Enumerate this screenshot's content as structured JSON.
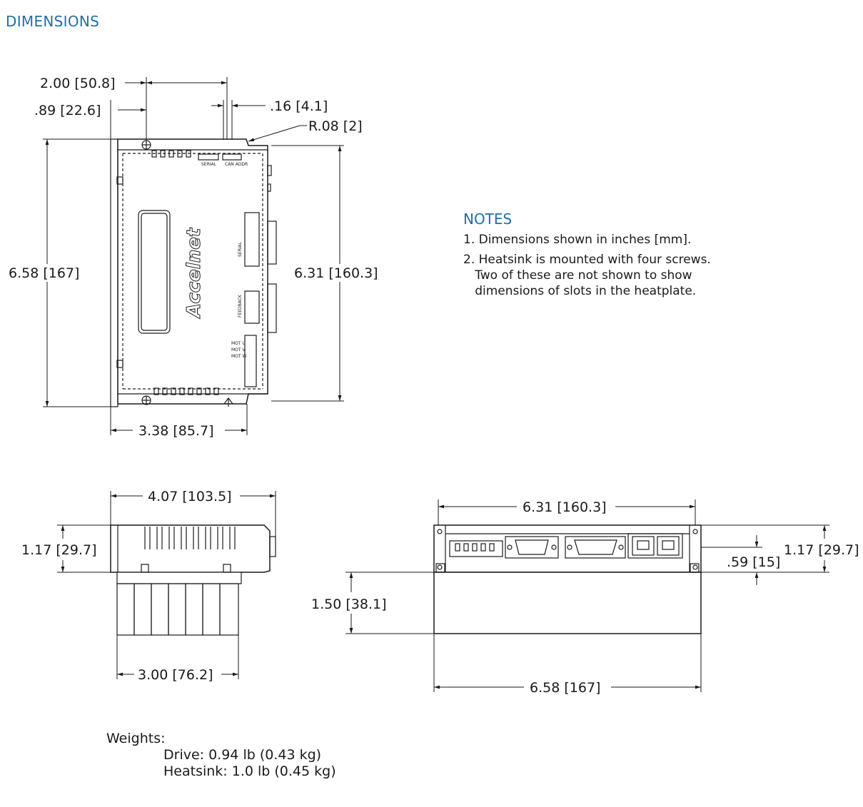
{
  "header": {
    "title": "DIMENSIONS"
  },
  "notes": {
    "title": "NOTES",
    "items": [
      "1. Dimensions shown in inches [mm].",
      "2. Heatsink is mounted with four screws.",
      "   Two of these are not shown to show",
      "   dimensions of slots in the heatplate."
    ]
  },
  "top_view": {
    "brand": "Accelnet",
    "dims": {
      "a": "2.00",
      "a_mm": "[50.8]",
      "b": ".89",
      "b_mm": "[22.6]",
      "c": ".16",
      "c_mm": "[4.1]",
      "r": "R.08",
      "r_mm": "[2]",
      "h": "6.58",
      "h_mm": "[167]",
      "h2": "6.31",
      "h2_mm": "[160.3]",
      "w": "3.38",
      "w_mm": "[85.7]"
    },
    "labels": [
      "SERIAL",
      "CAN ADDR",
      "FEEDBACK",
      "MOT U",
      "MOT V",
      "MOT W"
    ]
  },
  "side_view": {
    "dims": {
      "w": "4.07",
      "w_mm": "[103.5]",
      "h": "1.17",
      "h_mm": "[29.7]",
      "hs": "3.00",
      "hs_mm": "[76.2]"
    }
  },
  "front_view": {
    "dims": {
      "w": "6.31",
      "w_mm": "[160.3]",
      "h": "1.17",
      "h_mm": "[29.7]",
      "c": ".59",
      "c_mm": "[15]",
      "hs": "1.50",
      "hs_mm": "[38.1]",
      "w2": "6.58",
      "w2_mm": "[167]"
    }
  },
  "weights": {
    "label": "Weights:",
    "drive": "Drive: 0.94 lb (0.43 kg)",
    "heatsink": "Heatsink: 1.0 lb (0.45 kg)"
  }
}
